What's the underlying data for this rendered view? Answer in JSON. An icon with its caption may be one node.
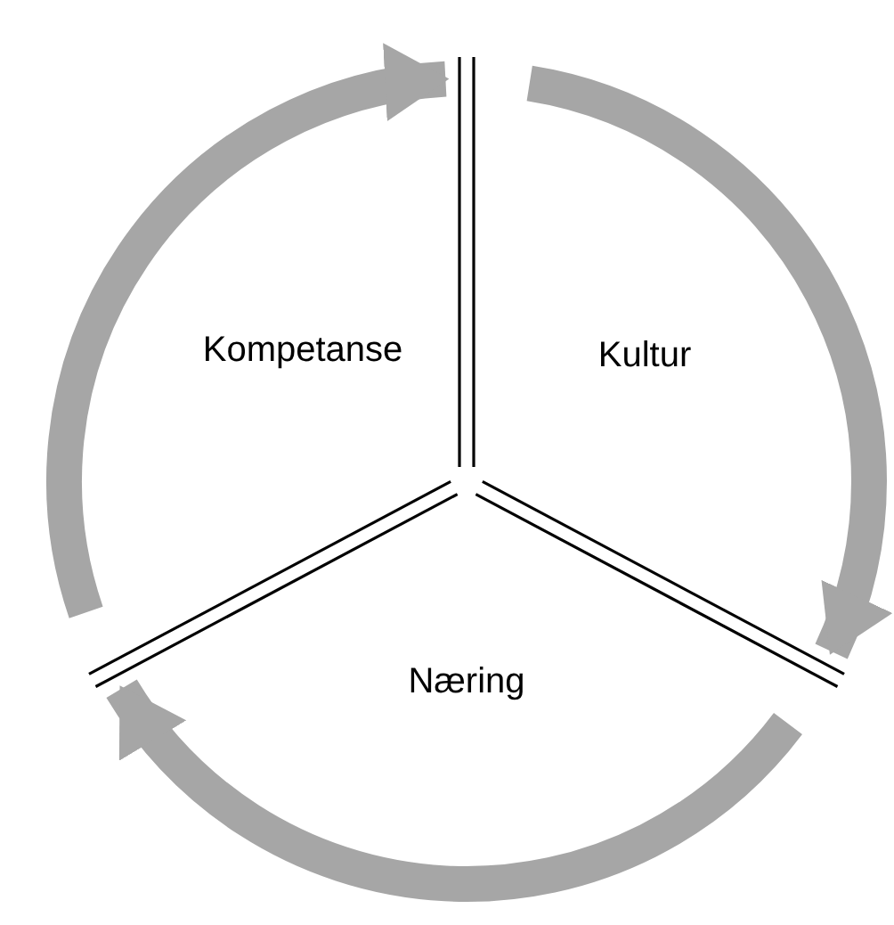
{
  "diagram": {
    "nodes": [
      {
        "text": [
          "Kompetanse"
        ]
      },
      {
        "text": [
          "Kultur"
        ]
      },
      {
        "text": [
          "Næring"
        ]
      }
    ]
  }
}
